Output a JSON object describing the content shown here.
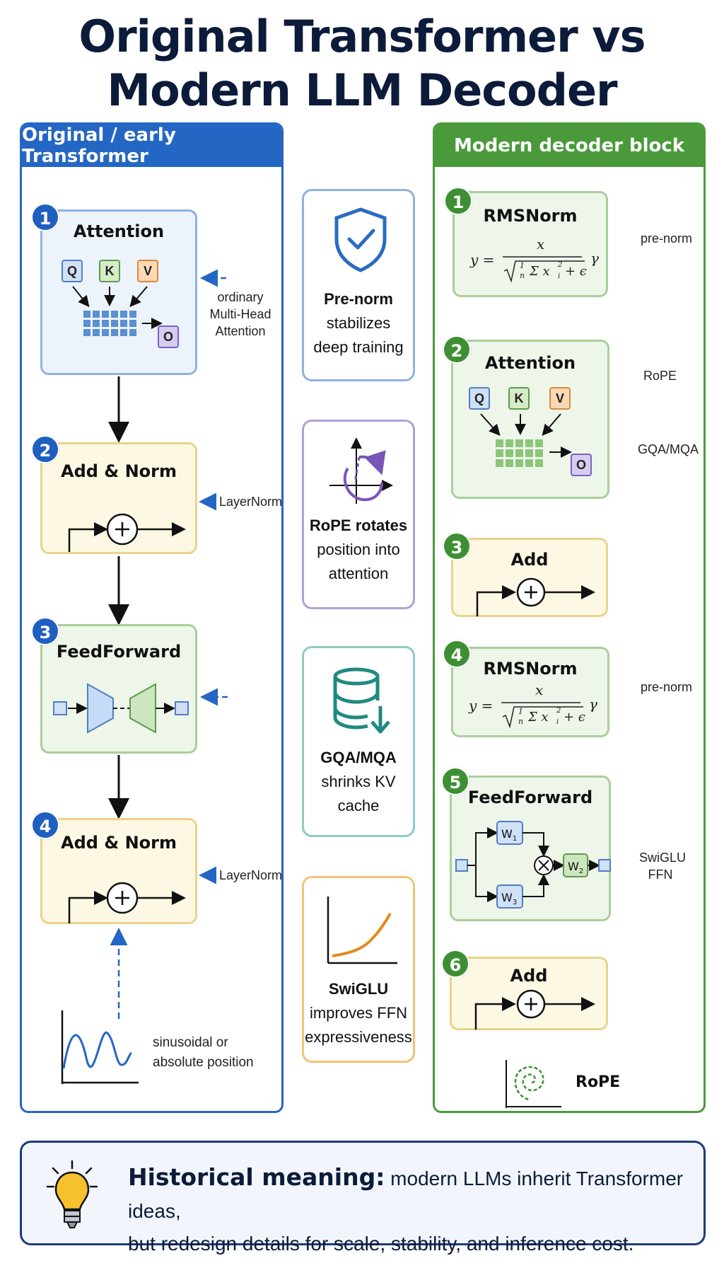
{
  "title": {
    "line1": "Original Transformer vs",
    "line2": "Modern LLM Decoder"
  },
  "left_panel": {
    "header": "Original / early Transformer",
    "blocks": [
      {
        "num": "1",
        "title": "Attention",
        "note": [
          "ordinary",
          "Multi-Head",
          "Attention"
        ]
      },
      {
        "num": "2",
        "title": "Add & Norm",
        "note": "LayerNorm"
      },
      {
        "num": "3",
        "title": "FeedForward"
      },
      {
        "num": "4",
        "title": "Add & Norm",
        "note": "LayerNorm"
      }
    ],
    "position_note": [
      "sinusoidal or",
      "absolute position"
    ],
    "labels": {
      "q": "Q",
      "k": "K",
      "v": "V",
      "o": "O"
    }
  },
  "middle": [
    {
      "bold": "Pre-norm",
      "lines": [
        "stabilizes",
        "deep training"
      ],
      "icon": "shield-check-icon",
      "color": "#2a6bc2"
    },
    {
      "bold": "RoPE rotates",
      "lines": [
        "position into",
        "attention"
      ],
      "icon": "rotation-axes-icon",
      "color": "#7a55b8"
    },
    {
      "bold": "GQA/MQA",
      "lines": [
        "shrinks KV",
        "cache"
      ],
      "icon": "database-arrow-icon",
      "color": "#1f8a80"
    },
    {
      "bold": "SwiGLU",
      "lines": [
        "improves FFN",
        "expressiveness"
      ],
      "icon": "curve-graph-icon",
      "color": "#e08a20"
    }
  ],
  "right_panel": {
    "header": "Modern decoder block",
    "blocks": [
      {
        "num": "1",
        "title": "RMSNorm",
        "note": "pre-norm"
      },
      {
        "num": "2",
        "title": "Attention",
        "notes": [
          "RoPE",
          "GQA/MQA"
        ]
      },
      {
        "num": "3",
        "title": "Add"
      },
      {
        "num": "4",
        "title": "RMSNorm",
        "note": "pre-norm"
      },
      {
        "num": "5",
        "title": "FeedForward",
        "note": [
          "SwiGLU",
          "FFN"
        ],
        "w1": "W",
        "w2": "W",
        "w3": "W",
        "s1": "1",
        "s2": "2",
        "s3": "3"
      },
      {
        "num": "6",
        "title": "Add"
      }
    ],
    "rope_label": "RoPE",
    "formula": {
      "y": "y =",
      "num": "x",
      "gamma": "γ",
      "den": "Σ x",
      "eps": "+ ϵ",
      "frac": "1",
      "n": "n",
      "i": "i",
      "sq": "2"
    }
  },
  "bottom": {
    "highlight": "Historical meaning:",
    "line1": "modern LLMs inherit Transformer ideas,",
    "line2": "but redesign details for scale, stability, and inference cost.",
    "icon": "lightbulb-icon"
  },
  "colors": {
    "blue": "#2466c4",
    "green": "#4a9a3c",
    "navy": "#0d1b3a"
  }
}
